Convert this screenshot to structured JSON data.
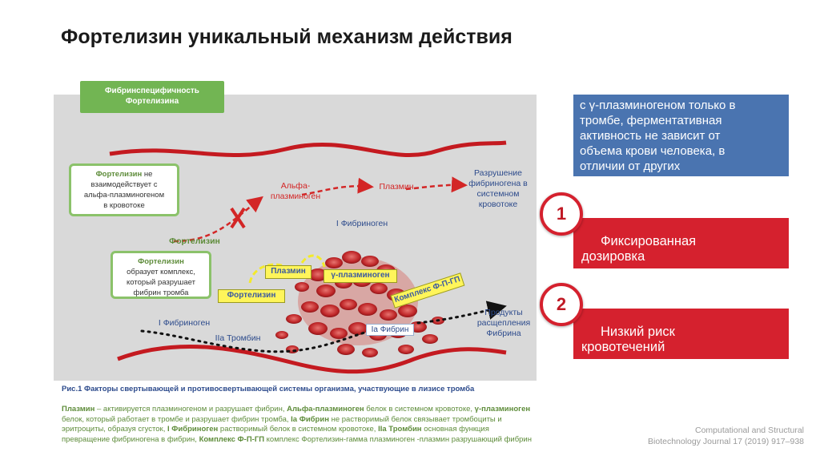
{
  "title": "Фортелизин уникальный механизм действия",
  "figure": {
    "tag_line1": "Фибринспецифичность",
    "tag_line2": "Фортелизина",
    "box1_bold": "Фортелизин",
    "box1_line1": "не",
    "box1_line2": "взаимодействует с",
    "box1_line3": "альфа-плазминогеном",
    "box1_line4": "в кровотоке",
    "box2_bold": "Фортелизин",
    "box2_line1": "образует комплекс,",
    "box2_line2": "который разрушает",
    "box2_line3": "фибрин тромба",
    "fortelyzin_label": "Фортелизин",
    "alpha_line1": "Альфа-",
    "alpha_line2": "плазминоген",
    "plasmin_red": "Плазмин",
    "destruction_line1": "Разрушение",
    "destruction_line2": "фибриногена в",
    "destruction_line3": "системном",
    "destruction_line4": "кровотоке",
    "fibrinogen_i": "I Фибриноген",
    "pill_plasmin": "Плазмин",
    "pill_gamma": "γ-плазминоген",
    "pill_fortelyzin": "Фортелизин",
    "pill_complex": "Комплекс Ф-П-ГП",
    "fibrinogen_i_lower": "I Фибриноген",
    "thrombin": "IIa Тромбин",
    "fibrin_ia": "Ia Фибрин",
    "products_line1": "Продукты",
    "products_line2": "расщепления",
    "products_line3": "Фибрина"
  },
  "caption": "Рис.1 Факторы свертывающей и противосвертывающей системы организма, участвующие в лизисе тромба",
  "legend": {
    "t1": "Плазмин",
    "t2": " – активируется плазминогеном и разрушает фибрин, ",
    "t3": "Альфа-плазминоген",
    "t4": " белок в системном кровотоке, ",
    "t5": "γ-плазминоген",
    "t6": " белок, который работает в тромбе и разрушает фибрин тромба, ",
    "t7": "Ia Фибрин",
    "t8": " не растворимый белок связывает тромбоциты и эритроциты, образуя сгусток, ",
    "t9": "I Фибриноген",
    "t10": " растворимый белок в системном кровотоке, ",
    "t11": "IIa Тромбин",
    "t12": " основная функция превращение фибриногена в фибрин, ",
    "t13": "Комплекс Ф-П-ГП",
    "t14": " комплекс Фортелизин-гамма плазминоген -плазмин разрушающий фибрин"
  },
  "bluebox": {
    "line1": "с γ-плазминогеном только в",
    "line2": "тромбе, ферментативная",
    "line3": "активность не зависит от",
    "line4": "объема крови человека, в",
    "line5": "отличии от других"
  },
  "point1": {
    "number": "1",
    "line1": "Фиксированная",
    "line2": "дозировка"
  },
  "point2": {
    "number": "2",
    "line1": "Низкий риск",
    "line2": "кровотечений"
  },
  "citation": {
    "line1": "Computational and Structural",
    "line2": "Biotechnology Journal 17 (2019) 917–938"
  },
  "colors": {
    "accent_red": "#d5212e",
    "accent_blue": "#4a74b0",
    "accent_green": "#72b553",
    "pill_yellow": "#fff55a"
  }
}
